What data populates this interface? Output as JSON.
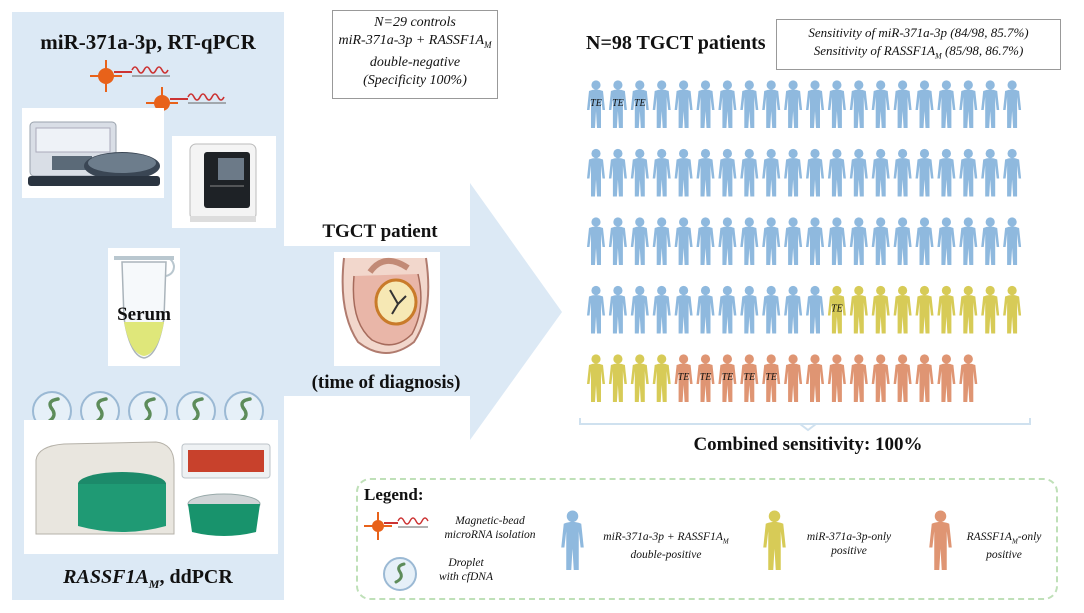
{
  "left_panel": {
    "top_title": "miR-371a-3p, RT-qPCR",
    "serum_label": "Serum",
    "bottom_title_main": "RASSF1A",
    "bottom_title_sub": "M",
    "bottom_title_rest": ", ddPCR"
  },
  "center": {
    "patient_title": "TGCT patient",
    "diagnosis_label": "(time of diagnosis)"
  },
  "controls": {
    "line1": "N=29 controls",
    "line2_a": "miR-371a-3p + RASSF1A",
    "line2_sub": "M",
    "line3": "double-negative",
    "line4": "(Specificity 100%)"
  },
  "patients": {
    "title": "N=98 TGCT patients",
    "combined": "Combined sensitivity: 100%",
    "te_label": "TE"
  },
  "sensitivity": {
    "line1": "Sensitivity of miR-371a-3p (84/98, 85.7%)",
    "line2_a": "Sensitivity of RASSF1A",
    "line2_sub": "M",
    "line2_b": " (85/98, 86.7%)"
  },
  "legend": {
    "title": "Legend:",
    "bead_1": "Magnetic-bead",
    "bead_2": "microRNA isolation",
    "droplet_1": "Droplet",
    "droplet_2": "with cfDNA",
    "double_1a": "miR-371a-3p + RASSF1A",
    "double_1sub": "M",
    "double_2": "double-positive",
    "mir_1": "miR-371a-3p-only",
    "mir_2": "positive",
    "ras_1a": "RASSF1A",
    "ras_1sub": "M",
    "ras_1b": "-only",
    "ras_2": "positive"
  },
  "colors": {
    "panel_bg": "#dce9f5",
    "double_positive": "#8fb9de",
    "mir_only": "#d7cb57",
    "rassf_only": "#df9573",
    "bead": "#e8621a",
    "legend_border": "#bfe0b8"
  },
  "grid": {
    "per_row": 20,
    "rows": [
      {
        "double": 20,
        "mir": 0,
        "ras": 0,
        "te": [
          0,
          1,
          2
        ]
      },
      {
        "double": 20,
        "mir": 0,
        "ras": 0,
        "te": []
      },
      {
        "double": 20,
        "mir": 0,
        "ras": 0,
        "te": []
      },
      {
        "double": 11,
        "mir": 9,
        "ras": 0,
        "te": [
          11
        ]
      },
      {
        "double": 0,
        "mir": 4,
        "ras": 14,
        "te": [
          4,
          5,
          6,
          7,
          8
        ]
      }
    ]
  }
}
